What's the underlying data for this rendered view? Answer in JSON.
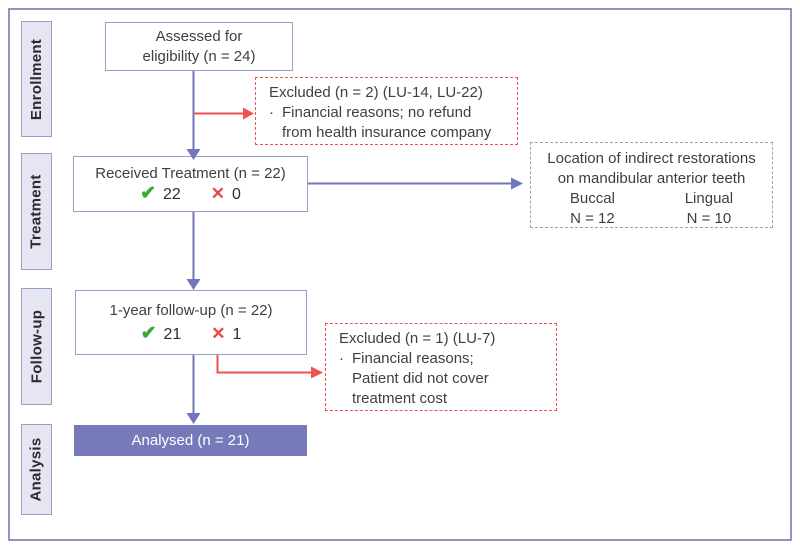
{
  "colors": {
    "accent_blue": "#7176bb",
    "accent_red": "#ee5252",
    "outer_border": "#9093c5",
    "box_border": "#9ba0c8",
    "label_fill": "#e6e6f3",
    "label_border": "#9b9dc7",
    "analysed_fill": "#767ab8",
    "check_green": "#3aa83a",
    "cross_red": "#e34848",
    "gray_border": "#a2a2a2",
    "text_color": "#3f3f41"
  },
  "phases": [
    {
      "label": "Enrollment"
    },
    {
      "label": "Treatment"
    },
    {
      "label": "Follow-up"
    },
    {
      "label": "Analysis"
    }
  ],
  "flow": {
    "assessed": {
      "line1": "Assessed for",
      "line2": "eligibility (n = 24)"
    },
    "received": {
      "title": "Received Treatment (n = 22)",
      "success_count": "22",
      "fail_count": "0"
    },
    "followup": {
      "title": "1-year follow-up (n = 22)",
      "success_count": "21",
      "fail_count": "1"
    },
    "analysed": {
      "label": "Analysed (n = 21)"
    }
  },
  "excluded_enrollment": {
    "title": "Excluded (n = 2) (LU-14, LU-22)",
    "bullet": "·",
    "reason_line1": "Financial reasons; no refund",
    "reason_line2": "from health insurance company"
  },
  "excluded_followup": {
    "title": "Excluded (n = 1) (LU-7)",
    "bullet": "·",
    "reason_line1": "Financial reasons;",
    "reason_line2": "Patient did not cover",
    "reason_line3": "treatment cost"
  },
  "location_note": {
    "title_line1": "Location of indirect restorations",
    "title_line2": "on mandibular anterior teeth",
    "columns": [
      {
        "name": "Buccal",
        "value": "N = 12"
      },
      {
        "name": "Lingual",
        "value": "N = 10"
      }
    ]
  },
  "icons": {
    "check": "✔",
    "cross": "✕"
  }
}
